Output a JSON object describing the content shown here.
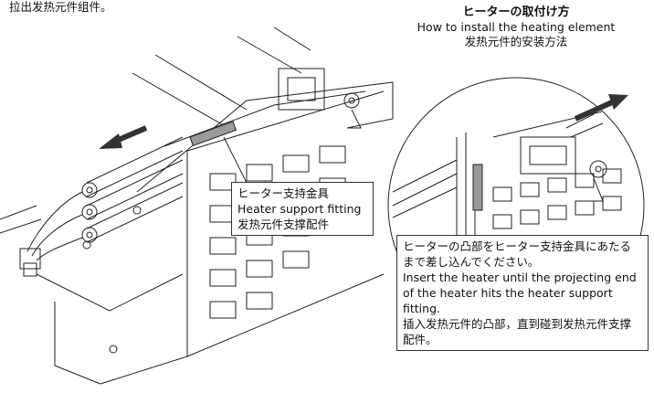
{
  "instructions": {
    "top_left": "拉出发热元件组件。"
  },
  "title": {
    "jp": "ヒーターの取付け方",
    "en": "How to install the heating element",
    "cn": "发热元件的安装方法"
  },
  "callouts": {
    "support_fitting": {
      "jp": "ヒーター支持金具",
      "en": "Heater support fitting",
      "cn": "发热元件支撑配件"
    },
    "insert": {
      "jp": "ヒーターの凸部をヒーター支持金具にあたるまで差し込んでください。",
      "en": "Insert the heater until the projecting end of the heater hits the heater support fitting.",
      "cn": "插入发热元件的凸部，直到碰到发热元件支撑配件。"
    }
  },
  "colors": {
    "line": "#222222",
    "element": "#9a9a9a",
    "arrow_dark": "#333333"
  }
}
